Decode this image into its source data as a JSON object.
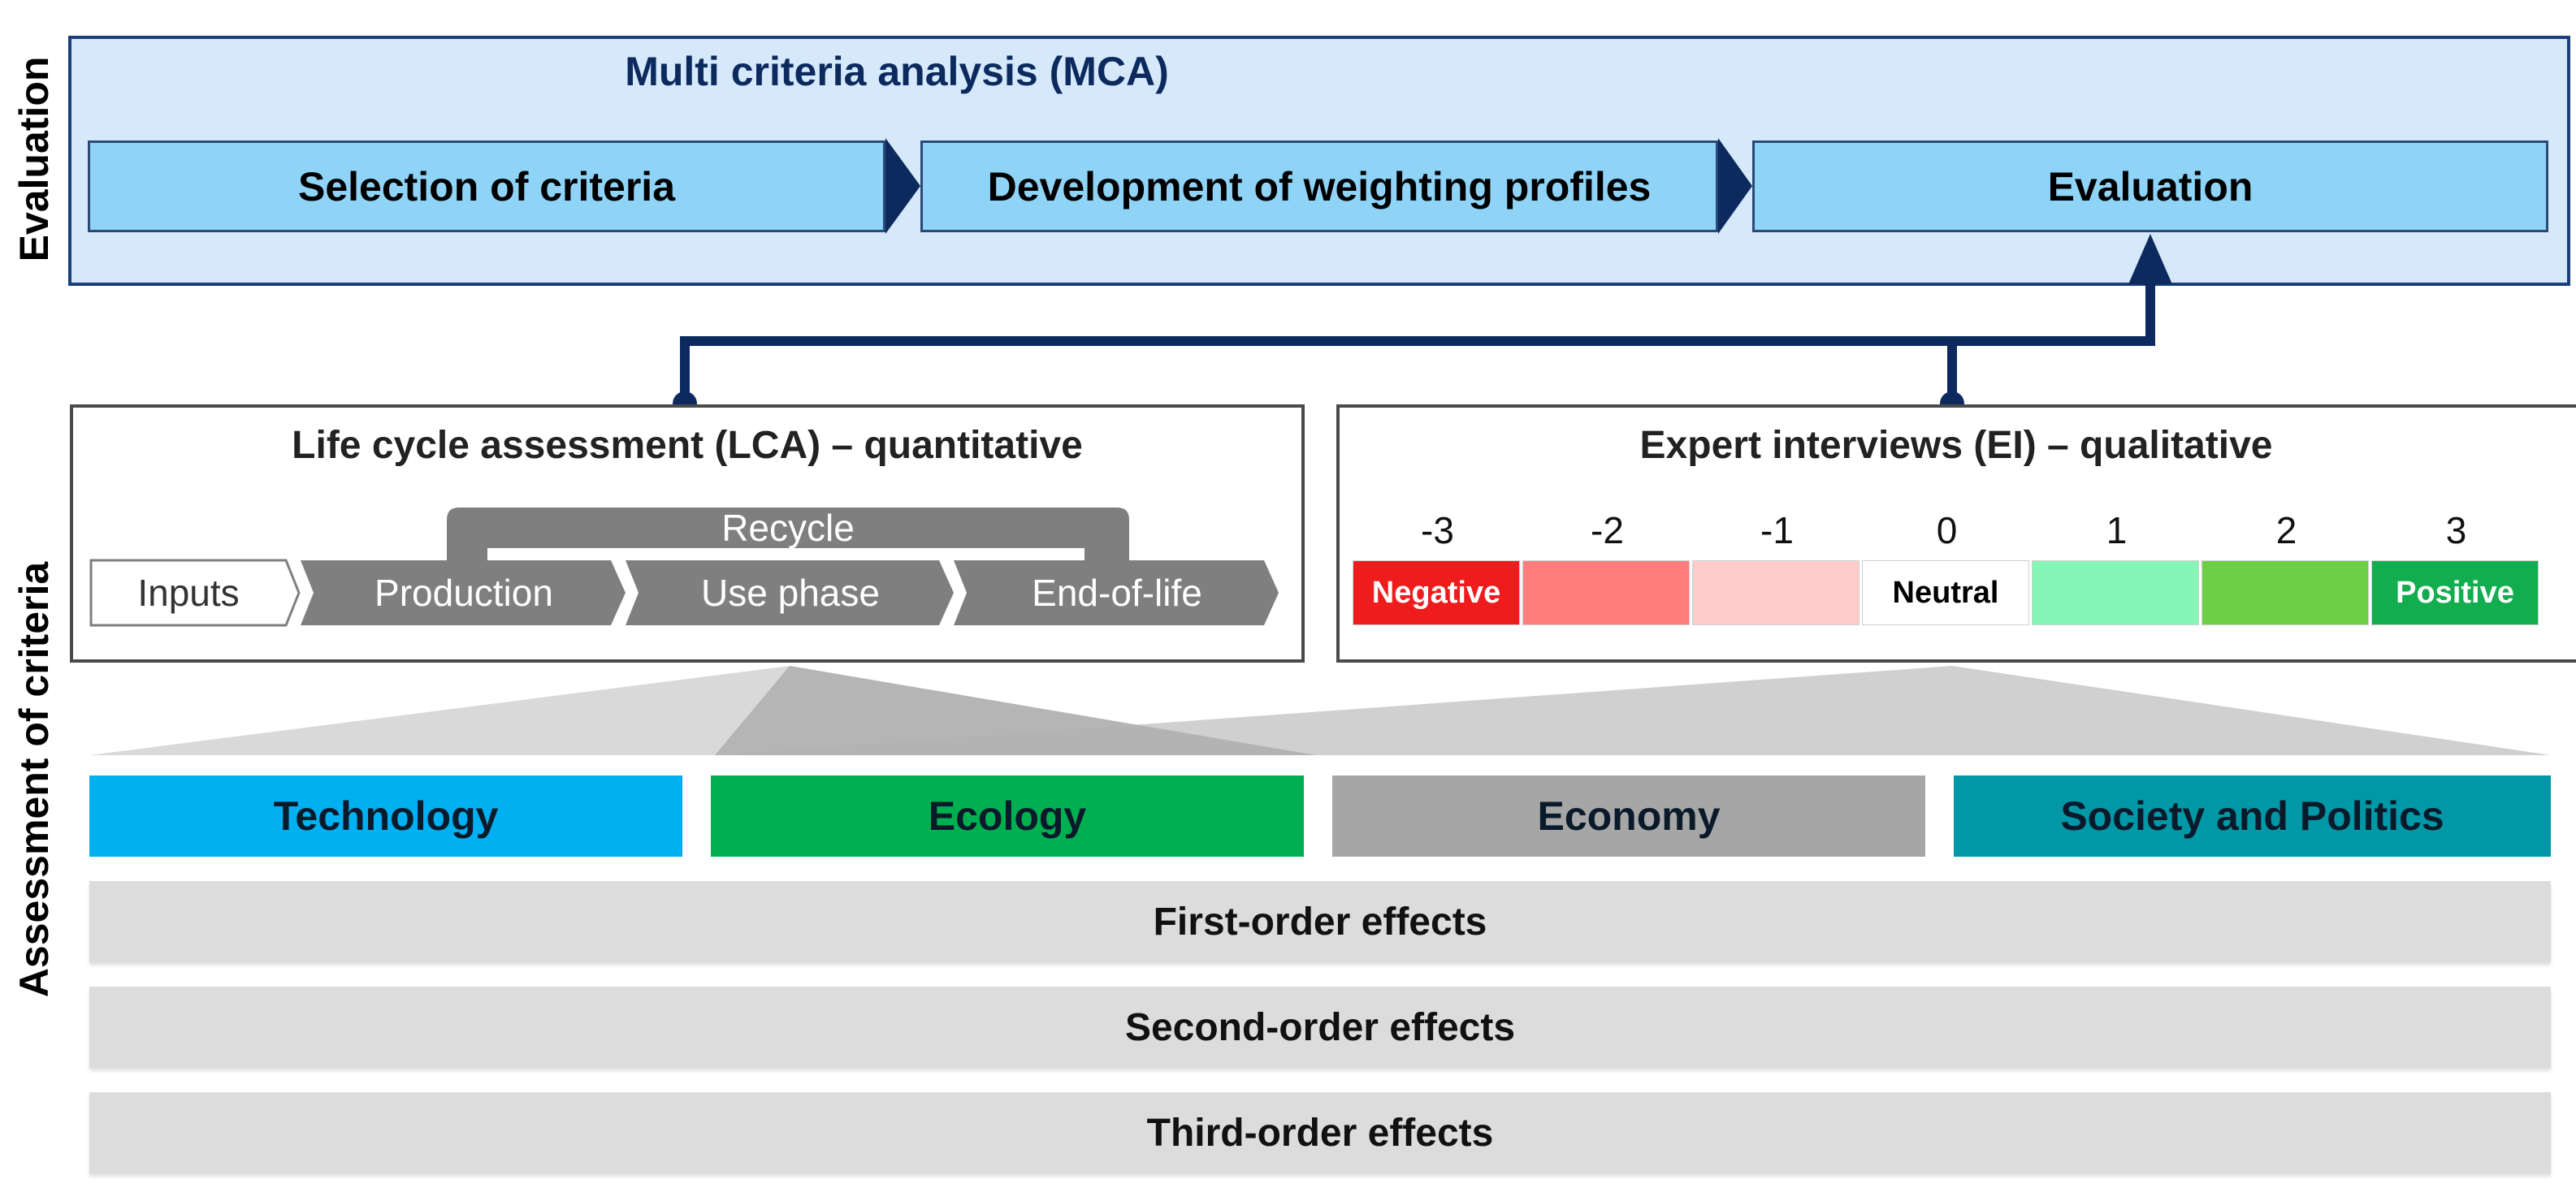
{
  "labels": {
    "evaluation_side": "Evaluation",
    "assessment_side": "Assessment of criteria"
  },
  "mca": {
    "title": "Multi criteria analysis (MCA)",
    "steps": [
      "Selection of criteria",
      "Development of weighting profiles",
      "Evaluation"
    ]
  },
  "lca": {
    "title": "Life cycle assessment (LCA) – quantitative",
    "recycle": "Recycle",
    "chain": [
      "Inputs",
      "Production",
      "Use phase",
      "End-of-life"
    ]
  },
  "ei": {
    "title": "Expert interviews (EI) – qualitative",
    "scale": [
      {
        "value": "-3",
        "label": "Negative",
        "color": "#ee1c1c",
        "text_color": "#ffffff"
      },
      {
        "value": "-2",
        "label": "",
        "color": "#ff7d7d",
        "text_color": "#000000"
      },
      {
        "value": "-1",
        "label": "",
        "color": "#ffcccc",
        "text_color": "#000000"
      },
      {
        "value": "0",
        "label": "Neutral",
        "color": "#ffffff",
        "text_color": "#000000"
      },
      {
        "value": "1",
        "label": "",
        "color": "#86f5b5",
        "text_color": "#000000"
      },
      {
        "value": "2",
        "label": "",
        "color": "#6ccf46",
        "text_color": "#000000"
      },
      {
        "value": "3",
        "label": "Positive",
        "color": "#12ad4e",
        "text_color": "#ffffff"
      }
    ]
  },
  "categories": [
    {
      "label": "Technology",
      "color": "#00b0f0"
    },
    {
      "label": "Ecology",
      "color": "#00b050"
    },
    {
      "label": "Economy",
      "color": "#a6a6a6"
    },
    {
      "label": "Society and Politics",
      "color": "#0097a7"
    }
  ],
  "effects": [
    "First-order effects",
    "Second-order effects",
    "Third-order effects"
  ],
  "colors": {
    "navy": "#0d2a5e",
    "mca_fill": "#d6e9fb",
    "step_fill": "#8fd3f7",
    "chain_gray": "#7f7f7f",
    "effect_gray": "#dcdcdc"
  }
}
